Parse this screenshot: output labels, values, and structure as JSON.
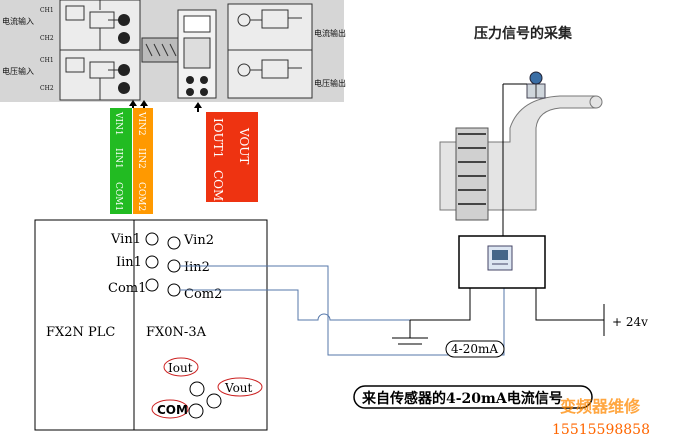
{
  "diagram": {
    "title": "压力信号的采集",
    "module_photo": {
      "left_labels": [
        "电流输入",
        "电压输入",
        "CH1",
        "CH2",
        "CH1",
        "CH2"
      ],
      "right_labels": [
        "电流输出",
        "电压输出"
      ]
    },
    "tags": {
      "green": [
        "VIN1",
        "IIN1",
        "COM1"
      ],
      "orange": [
        "VIN2",
        "IIN2",
        "COM2"
      ],
      "red_left": [
        "IOUT1",
        "COM"
      ],
      "red_right": "VOUT"
    },
    "plc": {
      "left_name": "FX2N  PLC",
      "right_name": "FX0N-3A",
      "terminals_left": [
        "Vin1",
        "Iin1",
        "Com1"
      ],
      "terminals_right": [
        "Vin2",
        "Iin2",
        "Com2"
      ],
      "outputs": [
        "Iout",
        "Vout",
        "COM"
      ]
    },
    "current_label": "4-20mA",
    "supply_label": "+ 24v",
    "caption": "来自传感器的4-20mA电流信号",
    "watermark": [
      "变频器维修",
      "15515598858"
    ]
  },
  "colors": {
    "green_tag": "#22bb22",
    "orange_tag": "#ff9900",
    "red_tag": "#ee3311",
    "wire_blue": "#5577aa",
    "photo_bg": "#d6d6d6",
    "pipe": "#e4e4e4"
  }
}
